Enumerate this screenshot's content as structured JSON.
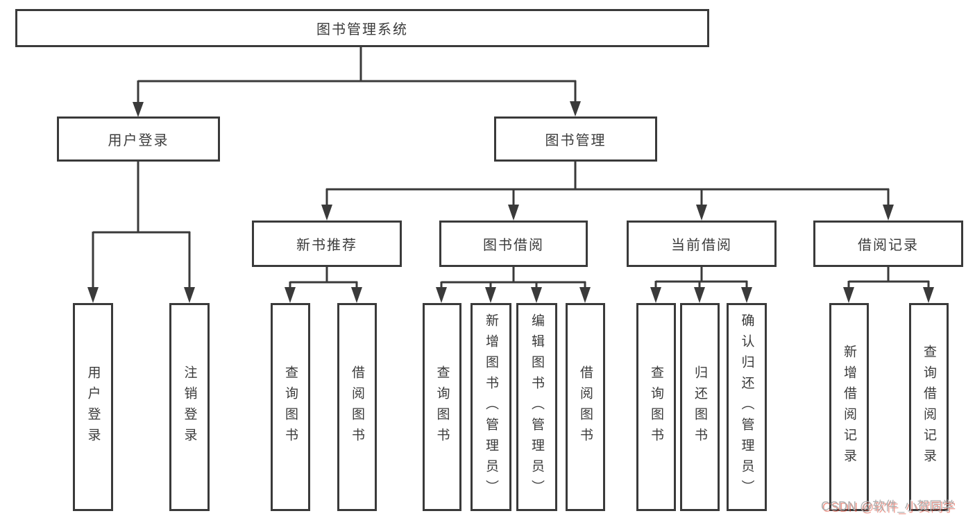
{
  "tree": {
    "label": "图书管理系统",
    "children": [
      {
        "label": "用户登录",
        "children": [
          {
            "label": "用户登录"
          },
          {
            "label": "注销登录"
          }
        ]
      },
      {
        "label": "图书管理",
        "children": [
          {
            "label": "新书推荐",
            "children": [
              {
                "label": "查询图书"
              },
              {
                "label": "借阅图书"
              }
            ]
          },
          {
            "label": "图书借阅",
            "children": [
              {
                "label": "查询图书"
              },
              {
                "label": "新增图书（管理员）"
              },
              {
                "label": "编辑图书（管理员）"
              },
              {
                "label": "借阅图书"
              }
            ]
          },
          {
            "label": "当前借阅",
            "children": [
              {
                "label": "查询图书"
              },
              {
                "label": "归还图书"
              },
              {
                "label": "确认归还（管理员）"
              }
            ]
          },
          {
            "label": "借阅记录",
            "children": [
              {
                "label": "新增借阅记录"
              },
              {
                "label": "查询借阅记录"
              }
            ]
          }
        ]
      }
    ]
  },
  "watermark": "CSDN @软件_小贺同学",
  "colors": {
    "line": "#3a3a3a",
    "text": "#3b3b3b",
    "background": "#ffffff",
    "watermark_gray": "#aeaeae",
    "watermark_red": "#e04632"
  }
}
